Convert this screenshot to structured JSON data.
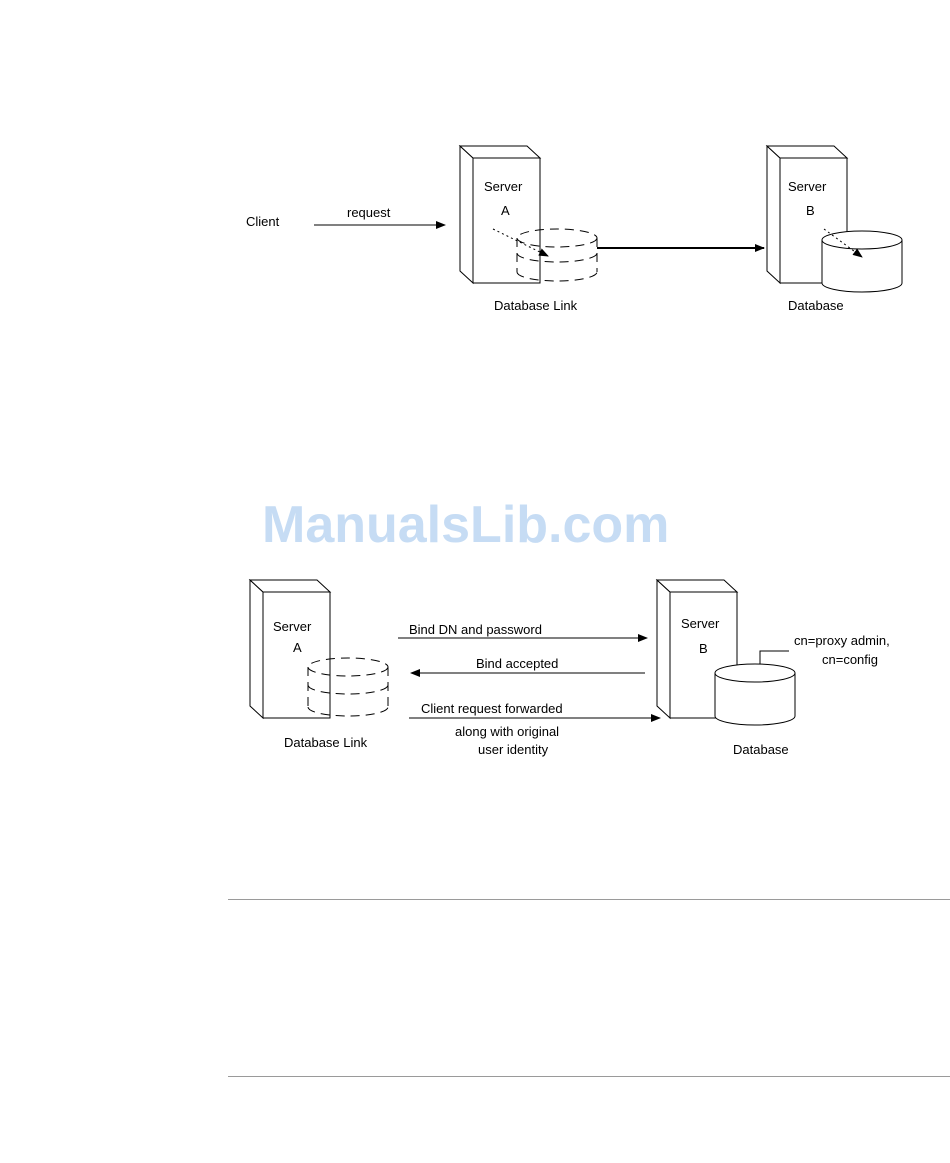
{
  "diagram1": {
    "client_label": "Client",
    "request_label": "request",
    "server_a_line1": "Server",
    "server_a_line2": "A",
    "server_b_line1": "Server",
    "server_b_line2": "B",
    "database_link_label": "Database Link",
    "database_label": "Database"
  },
  "diagram2": {
    "server_a_line1": "Server",
    "server_a_line2": "A",
    "server_b_line1": "Server",
    "server_b_line2": "B",
    "database_link_label": "Database Link",
    "database_label": "Database",
    "bind_dn_label": "Bind DN and password",
    "bind_accepted_label": "Bind  accepted",
    "client_request_label": "Client  request forwarded",
    "along_with_label": "along with original",
    "user_identity_label": "user  identity",
    "proxy_line1": "cn=proxy  admin,",
    "proxy_line2": "cn=config"
  },
  "watermark": "ManualsLib.com"
}
